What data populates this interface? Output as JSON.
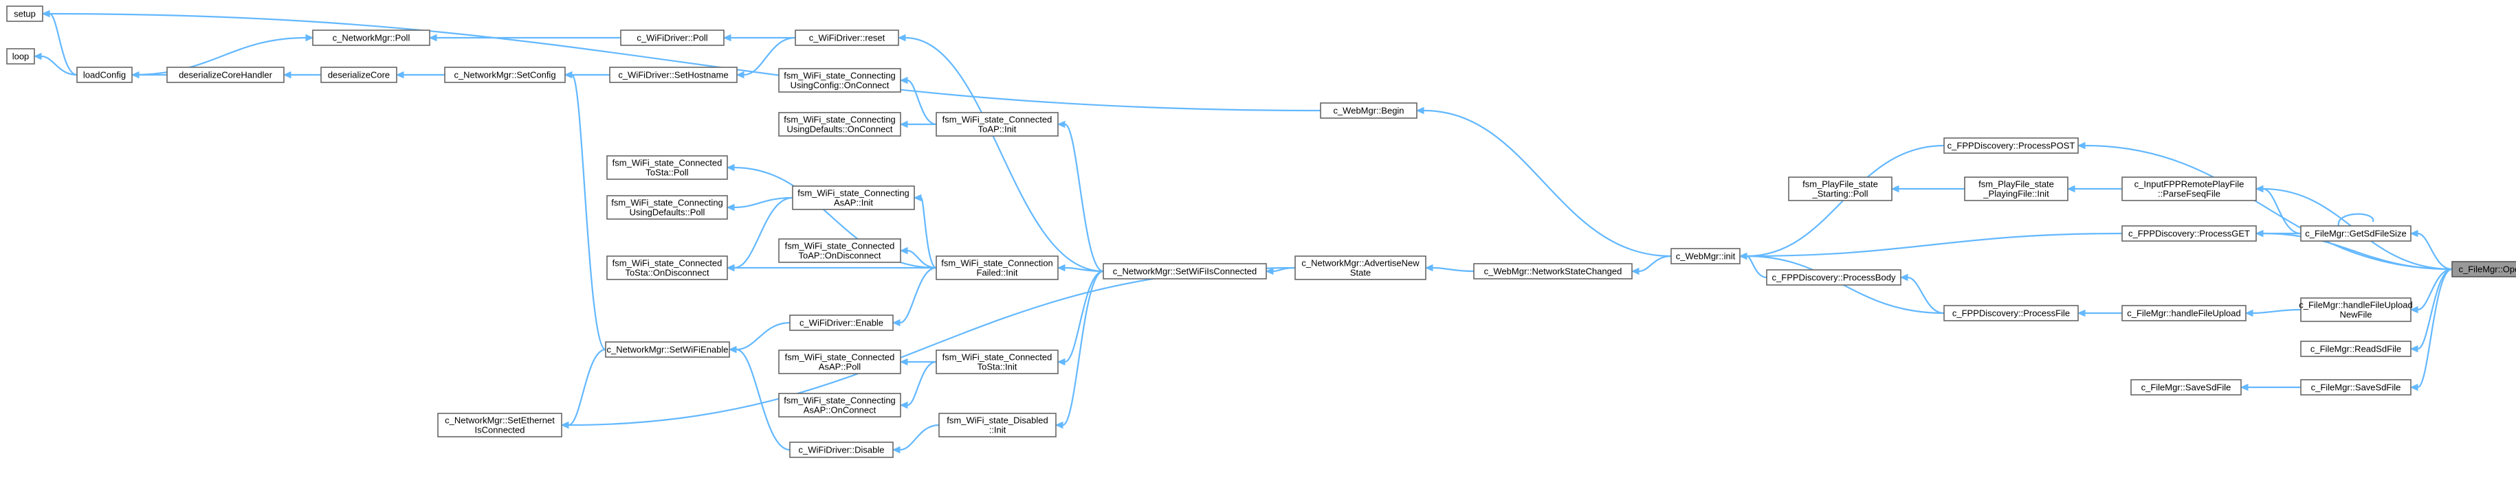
{
  "title": "c_FileMgr::OpenSdFile",
  "colors": {
    "edge": "#63b8ff",
    "node_border": "#666666",
    "node_fill": "#ffffff",
    "focus_fill": "#999999"
  },
  "nodes": [
    {
      "id": "setup",
      "lines": [
        "setup"
      ]
    },
    {
      "id": "loop",
      "lines": [
        "loop"
      ]
    },
    {
      "id": "loadConfig",
      "lines": [
        "loadConfig"
      ]
    },
    {
      "id": "deserializeCoreHandler",
      "lines": [
        "deserializeCoreHandler"
      ]
    },
    {
      "id": "deserializeCore",
      "lines": [
        "deserializeCore"
      ]
    },
    {
      "id": "nm_poll",
      "lines": [
        "c_NetworkMgr::Poll"
      ]
    },
    {
      "id": "nm_setconfig",
      "lines": [
        "c_NetworkMgr::SetConfig"
      ]
    },
    {
      "id": "wd_poll",
      "lines": [
        "c_WiFiDriver::Poll"
      ]
    },
    {
      "id": "wd_sethostname",
      "lines": [
        "c_WiFiDriver::SetHostname"
      ]
    },
    {
      "id": "wd_reset",
      "lines": [
        "c_WiFiDriver::reset"
      ]
    },
    {
      "id": "conn_cfg_onconnect",
      "lines": [
        "fsm_WiFi_state_Connecting",
        "UsingConfig::OnConnect"
      ]
    },
    {
      "id": "conn_def_onconnect",
      "lines": [
        "fsm_WiFi_state_Connecting",
        "UsingDefaults::OnConnect"
      ]
    },
    {
      "id": "connected_toap_init",
      "lines": [
        "fsm_WiFi_state_Connected",
        "ToAP::Init"
      ]
    },
    {
      "id": "connected_tosta_poll",
      "lines": [
        "fsm_WiFi_state_Connected",
        "ToSta::Poll"
      ]
    },
    {
      "id": "conn_def_poll",
      "lines": [
        "fsm_WiFi_state_Connecting",
        "UsingDefaults::Poll"
      ]
    },
    {
      "id": "conn_asap_init",
      "lines": [
        "fsm_WiFi_state_Connecting",
        "AsAP::Init"
      ]
    },
    {
      "id": "connected_toap_ondisc",
      "lines": [
        "fsm_WiFi_state_Connected",
        "ToAP::OnDisconnect"
      ]
    },
    {
      "id": "connected_tosta_ondisc",
      "lines": [
        "fsm_WiFi_state_Connected",
        "ToSta::OnDisconnect"
      ]
    },
    {
      "id": "connfailed_init",
      "lines": [
        "fsm_WiFi_state_Connection",
        "Failed::Init"
      ]
    },
    {
      "id": "wd_enable",
      "lines": [
        "c_WiFiDriver::Enable"
      ]
    },
    {
      "id": "nm_setwifienable",
      "lines": [
        "c_NetworkMgr::SetWiFiEnable"
      ]
    },
    {
      "id": "connected_asap_poll",
      "lines": [
        "fsm_WiFi_state_Connected",
        "AsAP::Poll"
      ]
    },
    {
      "id": "connected_tosta_init",
      "lines": [
        "fsm_WiFi_state_Connected",
        "ToSta::Init"
      ]
    },
    {
      "id": "conn_asap_onconnect",
      "lines": [
        "fsm_WiFi_state_Connecting",
        "AsAP::OnConnect"
      ]
    },
    {
      "id": "nm_setethernet",
      "lines": [
        "c_NetworkMgr::SetEthernet",
        "IsConnected"
      ]
    },
    {
      "id": "wd_disable",
      "lines": [
        "c_WiFiDriver::Disable"
      ]
    },
    {
      "id": "disabled_init",
      "lines": [
        "fsm_WiFi_state_Disabled",
        "::Init"
      ]
    },
    {
      "id": "nm_setwifiisconnected",
      "lines": [
        "c_NetworkMgr::SetWiFiIsConnected"
      ]
    },
    {
      "id": "wm_begin",
      "lines": [
        "c_WebMgr::Begin"
      ]
    },
    {
      "id": "nm_advertise",
      "lines": [
        "c_NetworkMgr::AdvertiseNew",
        "State"
      ]
    },
    {
      "id": "wm_networkstatechanged",
      "lines": [
        "c_WebMgr::NetworkStateChanged"
      ]
    },
    {
      "id": "wm_init",
      "lines": [
        "c_WebMgr::init"
      ]
    },
    {
      "id": "fpp_processpost",
      "lines": [
        "c_FPPDiscovery::ProcessPOST"
      ]
    },
    {
      "id": "playfile_starting_poll",
      "lines": [
        "fsm_PlayFile_state",
        "_Starting::Poll"
      ]
    },
    {
      "id": "playfile_playing_init",
      "lines": [
        "fsm_PlayFile_state",
        "_PlayingFile::Init"
      ]
    },
    {
      "id": "fpp_processbody",
      "lines": [
        "c_FPPDiscovery::ProcessBody"
      ]
    },
    {
      "id": "fpp_processfile",
      "lines": [
        "c_FPPDiscovery::ProcessFile"
      ]
    },
    {
      "id": "fm_handlefileupload",
      "lines": [
        "c_FileMgr::handleFileUpload"
      ]
    },
    {
      "id": "fpp_processget",
      "lines": [
        "c_FPPDiscovery::ProcessGET"
      ]
    },
    {
      "id": "ifpp_parsefseq",
      "lines": [
        "c_InputFPPRemotePlayFile",
        "::ParseFseqFile"
      ]
    },
    {
      "id": "fm_getsdfilesize",
      "lines": [
        "c_FileMgr::GetSdFileSize"
      ]
    },
    {
      "id": "fm_handlefileuploadnewfile",
      "lines": [
        "c_FileMgr::handleFileUpload",
        "NewFile"
      ]
    },
    {
      "id": "fm_readsdfile",
      "lines": [
        "c_FileMgr::ReadSdFile"
      ]
    },
    {
      "id": "fm_savesdfile_caller",
      "lines": [
        "c_FileMgr::SaveSdFile"
      ]
    },
    {
      "id": "fm_savesdfile",
      "lines": [
        "c_FileMgr::SaveSdFile"
      ]
    },
    {
      "id": "fm_opensdfile",
      "lines": [
        "c_FileMgr::OpenSdFile"
      ],
      "focus": true
    }
  ],
  "edges": [
    [
      "setup",
      "wm_begin"
    ],
    [
      "setup",
      "loadConfig"
    ],
    [
      "loop",
      "loadConfig"
    ],
    [
      "loadConfig",
      "deserializeCoreHandler"
    ],
    [
      "deserializeCoreHandler",
      "deserializeCore"
    ],
    [
      "deserializeCore",
      "nm_setconfig"
    ],
    [
      "nm_setconfig",
      "wd_sethostname"
    ],
    [
      "nm_setconfig",
      "nm_setwifienable"
    ],
    [
      "nm_poll",
      "loadConfig"
    ],
    [
      "nm_poll",
      "wd_poll"
    ],
    [
      "wd_poll",
      "wd_reset"
    ],
    [
      "wd_sethostname",
      "wd_reset"
    ],
    [
      "wd_reset",
      "nm_setwifiisconnected"
    ],
    [
      "conn_cfg_onconnect",
      "connected_toap_init"
    ],
    [
      "conn_def_onconnect",
      "connected_toap_init"
    ],
    [
      "connected_toap_init",
      "nm_setwifiisconnected"
    ],
    [
      "connected_tosta_poll",
      "connfailed_init"
    ],
    [
      "conn_def_poll",
      "conn_asap_init"
    ],
    [
      "connected_tosta_ondisc",
      "conn_asap_init"
    ],
    [
      "conn_asap_init",
      "connfailed_init"
    ],
    [
      "connected_toap_ondisc",
      "connfailed_init"
    ],
    [
      "connected_tosta_ondisc",
      "connfailed_init"
    ],
    [
      "wd_enable",
      "connfailed_init"
    ],
    [
      "nm_setwifienable",
      "wd_enable"
    ],
    [
      "nm_setwifienable",
      "wd_disable"
    ],
    [
      "nm_setethernet",
      "nm_setwifienable"
    ],
    [
      "nm_setethernet",
      "nm_advertise"
    ],
    [
      "connected_asap_poll",
      "connected_tosta_init"
    ],
    [
      "conn_asap_onconnect",
      "connected_tosta_init"
    ],
    [
      "wd_disable",
      "disabled_init"
    ],
    [
      "connfailed_init",
      "nm_setwifiisconnected"
    ],
    [
      "connected_tosta_init",
      "nm_setwifiisconnected"
    ],
    [
      "disabled_init",
      "nm_setwifiisconnected"
    ],
    [
      "nm_setwifiisconnected",
      "nm_advertise"
    ],
    [
      "nm_advertise",
      "wm_networkstatechanged"
    ],
    [
      "wm_networkstatechanged",
      "wm_init"
    ],
    [
      "wm_begin",
      "wm_init"
    ],
    [
      "wm_init",
      "fpp_processpost"
    ],
    [
      "wm_init",
      "fpp_processget"
    ],
    [
      "wm_init",
      "fpp_processbody"
    ],
    [
      "wm_init",
      "fpp_processfile"
    ],
    [
      "fpp_processbody",
      "fpp_processfile"
    ],
    [
      "playfile_starting_poll",
      "playfile_playing_init"
    ],
    [
      "playfile_playing_init",
      "ifpp_parsefseq"
    ],
    [
      "fpp_processfile",
      "fm_handlefileupload"
    ],
    [
      "fm_handlefileupload",
      "fm_handlefileuploadnewfile"
    ],
    [
      "fpp_processget",
      "fm_getsdfilesize"
    ],
    [
      "ifpp_parsefseq",
      "fm_getsdfilesize"
    ],
    [
      "fm_getsdfilesize",
      "fm_getsdfilesize"
    ],
    [
      "fm_savesdfile_caller",
      "fm_savesdfile"
    ],
    [
      "fpp_processpost",
      "fm_opensdfile"
    ],
    [
      "ifpp_parsefseq",
      "fm_opensdfile"
    ],
    [
      "fm_getsdfilesize",
      "fm_opensdfile"
    ],
    [
      "fpp_processget",
      "fm_opensdfile"
    ],
    [
      "fm_handlefileuploadnewfile",
      "fm_opensdfile"
    ],
    [
      "fm_readsdfile",
      "fm_opensdfile"
    ],
    [
      "fm_savesdfile",
      "fm_opensdfile"
    ]
  ]
}
